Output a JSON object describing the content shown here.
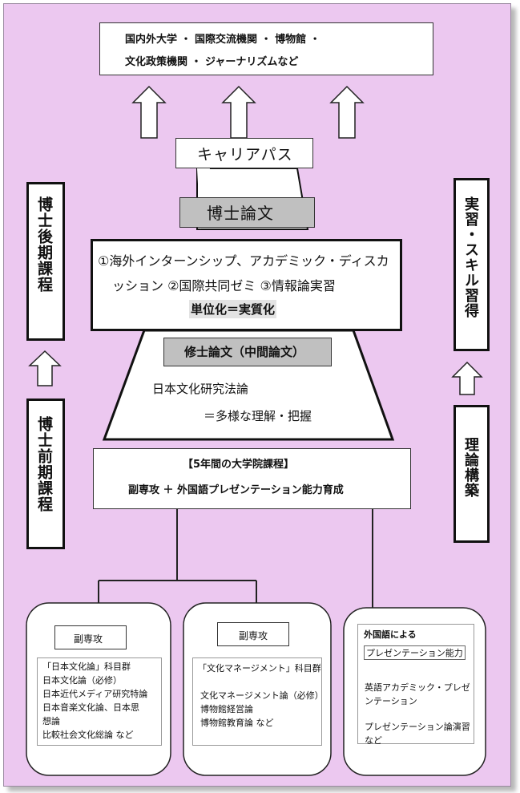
{
  "destinations": {
    "line1": "国内外大学 ・ 国際交流機関 ・ 博物館 ・",
    "line2": "文化政策機関 ・ ジャーナリズムなど"
  },
  "career": "キャリアパス",
  "doctoral_thesis": "博士論文",
  "doctoral_program": {
    "line1": "①海外インターンシップ、アカデミック・ディスカ",
    "line2": "ッション ②国際共同ゼミ ③情報論実習",
    "highlight": "単位化＝実質化"
  },
  "master_thesis": "修士論文（中間論文）",
  "methodology": {
    "line1": "日本文化研究法論",
    "line2": "＝多様な理解・把握"
  },
  "graduate_course": {
    "title": "【5年間の大学院課程】",
    "line2": "副専攻 ＋ 外国語プレゼンテーション能力育成"
  },
  "side_labels": {
    "doctoral_late": "博士後期課程",
    "doctoral_early": "博士前期課程",
    "practice": "実習・スキル習得",
    "theory": "理論構築"
  },
  "minor1": {
    "title": "副専攻",
    "items": [
      "「日本文化論」科目群",
      "日本文化論（必修）",
      "日本近代メディア研究特論",
      "日本音楽文化論、日本思",
      "想論",
      "比較社会文化総論 など"
    ]
  },
  "minor2": {
    "title": "副専攻",
    "header": "「文化マネージメント」科目群",
    "items": [
      "文化マネージメント論（必修）",
      "博物館経営論",
      "博物館教育論 など"
    ]
  },
  "foreign": {
    "title": "外国語による",
    "highlight": "プレゼンテーション能力",
    "items": [
      "英語アカデミック・プレゼ",
      "ンテーション",
      "プレゼンテーション論演習",
      "など"
    ]
  }
}
